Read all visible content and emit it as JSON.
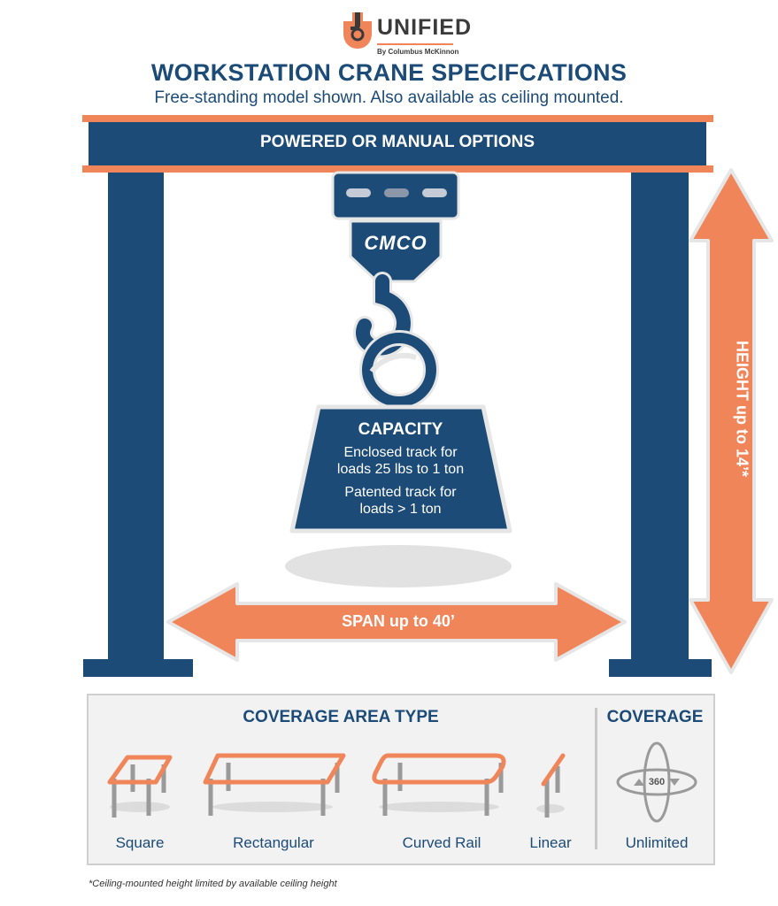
{
  "logo": {
    "brand": "UNIFIED",
    "tagline": "By Columbus McKinnon",
    "hoist_brand": "CMCO"
  },
  "header": {
    "title": "WORKSTATION CRANE SPECIFCATIONS",
    "subtitle": "Free-standing model shown. Also available as ceiling mounted."
  },
  "crane": {
    "beam_label": "POWERED OR MANUAL OPTIONS",
    "capacity_title": "CAPACITY",
    "capacity_line1": "Enclosed track for",
    "capacity_line2": "loads 25 lbs to 1 ton",
    "capacity_line3": "Patented track for",
    "capacity_line4": "loads > 1 ton",
    "span_label": "SPAN up to 40’",
    "height_label": "HEIGHT up to 14’*"
  },
  "coverage": {
    "area_type_title": "COVERAGE AREA TYPE",
    "coverage_title": "COVERAGE",
    "types": [
      "Square",
      "Rectangular",
      "Curved Rail",
      "Linear"
    ],
    "coverage_value": "Unlimited",
    "rotation_label": "360"
  },
  "footnote": "*Ceiling-mounted height limited by available ceiling height",
  "colors": {
    "navy": "#1b4b76",
    "orange": "#f0855a",
    "panel": "#f2f2f2"
  }
}
